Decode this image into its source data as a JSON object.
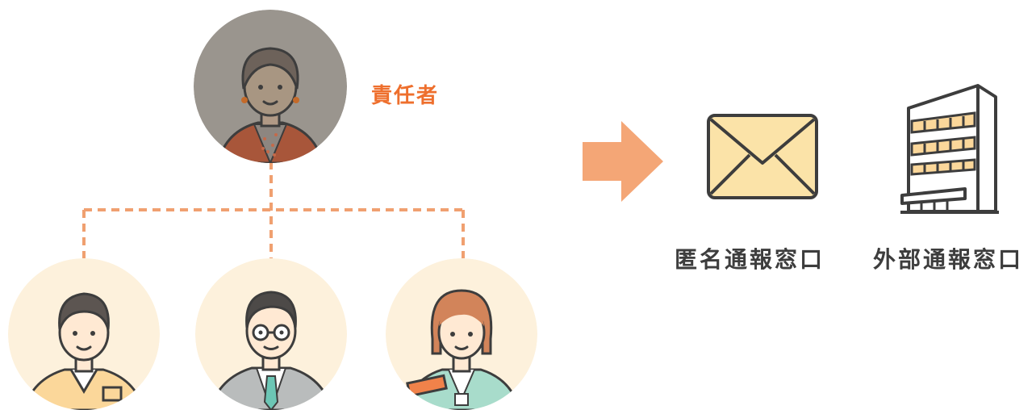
{
  "manager": {
    "label": "責任者",
    "icon": "manager-avatar"
  },
  "staff": [
    {
      "icon": "staff-worker-avatar"
    },
    {
      "icon": "staff-businessman-avatar"
    },
    {
      "icon": "staff-woman-avatar"
    }
  ],
  "arrow": {
    "icon": "right-arrow-icon"
  },
  "channels": [
    {
      "label": "匿名通報窓口",
      "icon": "envelope-icon"
    },
    {
      "label": "外部通報窓口",
      "icon": "building-icon"
    }
  ],
  "colors": {
    "accent": "#ee6f2d",
    "connector": "#f0a070",
    "avatar_bg": "#fdf1dc",
    "manager_bg": "#9a958e",
    "dark": "#3d3d3d"
  }
}
